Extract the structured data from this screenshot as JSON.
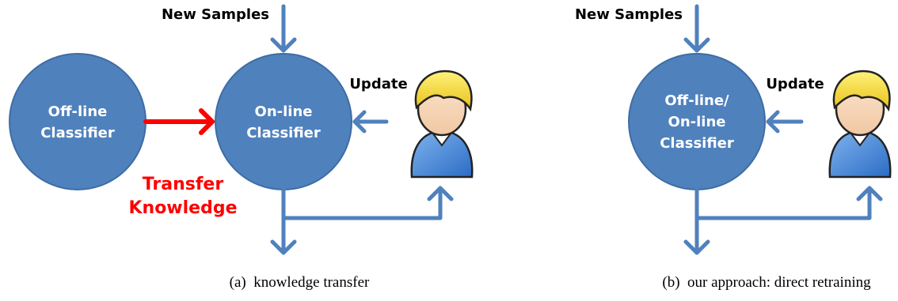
{
  "colors": {
    "node_fill": "#4f81bd",
    "node_stroke": "#3e6da4",
    "flow_arrow": "#4f81bd",
    "transfer_arrow": "#ff0000",
    "transfer_text": "#ff0000",
    "label_text": "#000000",
    "node_text": "#ffffff",
    "caption_text": "#000000"
  },
  "panel_a": {
    "input_label": "New Samples",
    "offline_node": [
      "Off-line",
      "Classifier"
    ],
    "online_node": [
      "On-line",
      "Classifier"
    ],
    "update_label": "Update",
    "transfer_label": [
      "Transfer",
      "Knowledge"
    ],
    "caption": "(a)  knowledge transfer",
    "user_icon": "user-icon"
  },
  "panel_b": {
    "input_label": "New Samples",
    "node": [
      "Off-line/",
      "On-line",
      "Classifier"
    ],
    "update_label": "Update",
    "caption": "(b)  our approach: direct retraining",
    "user_icon": "user-icon"
  }
}
